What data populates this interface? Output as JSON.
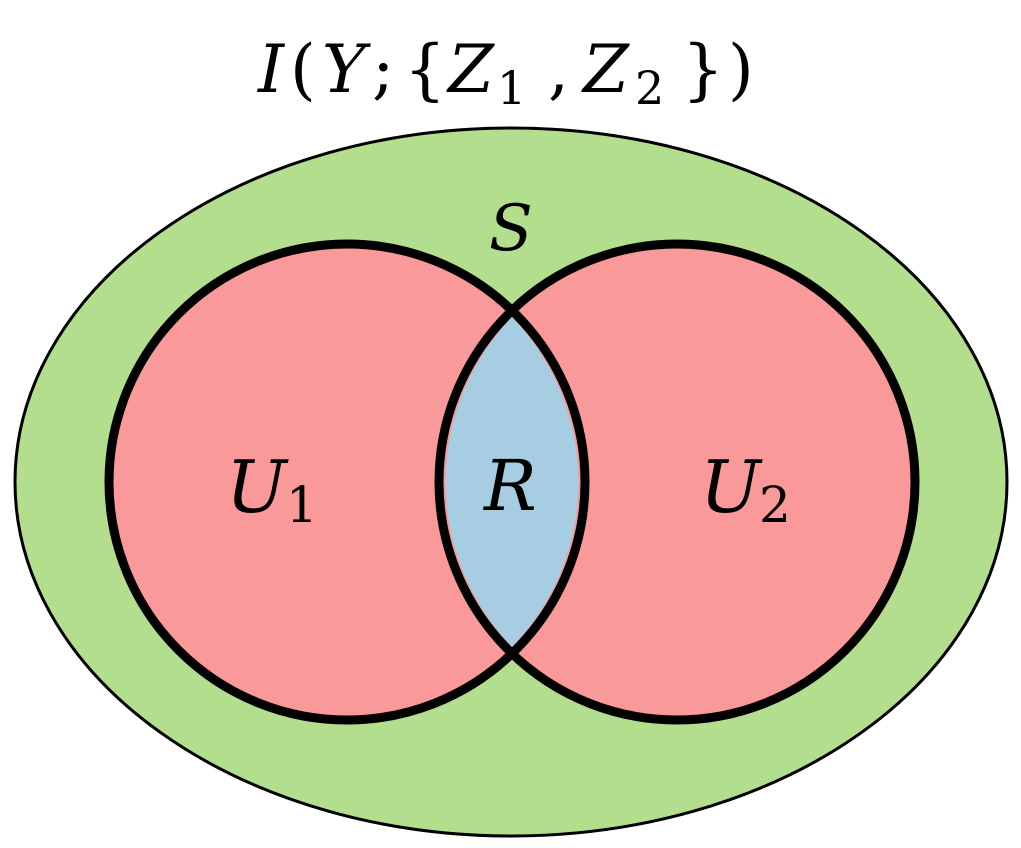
{
  "title": {
    "I": "I",
    "open_paren": "(",
    "Y": "Y",
    "semicolon": ";",
    "open_brace": "{",
    "Z1": "Z",
    "Z1_sub": "1",
    "comma": ",",
    "Z2": "Z",
    "Z2_sub": "2",
    "close_brace": "}",
    "close_paren": ")"
  },
  "regions": {
    "synergy": {
      "label": "S",
      "color": "#b3de8e"
    },
    "unique_1": {
      "label": "U",
      "subscript": "1",
      "color": "#fa9999"
    },
    "redundancy": {
      "label": "R",
      "color": "#a6cde2"
    },
    "unique_2": {
      "label": "U",
      "subscript": "2",
      "color": "#fa9999"
    }
  },
  "outline_color": "#000000"
}
